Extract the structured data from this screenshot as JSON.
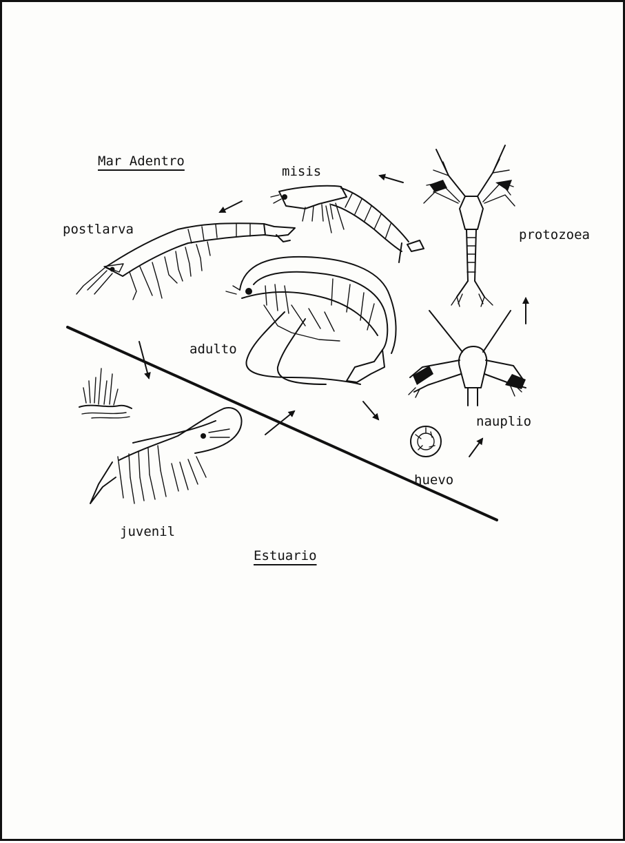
{
  "zones": {
    "offshore": "Mar Adentro",
    "estuary": "Estuario"
  },
  "stages": {
    "misis": "misis",
    "postlarva": "postlarva",
    "protozoea": "protozoea",
    "adulto": "adulto",
    "nauplio": "nauplio",
    "huevo": "huevo",
    "juvenil": "juvenil"
  },
  "icons": {
    "boundary": "boundary-line",
    "arrow": "arrow-icon",
    "shrimp": "shrimp-icon"
  },
  "colors": {
    "ink": "#111111",
    "paper": "#fdfdfb"
  }
}
